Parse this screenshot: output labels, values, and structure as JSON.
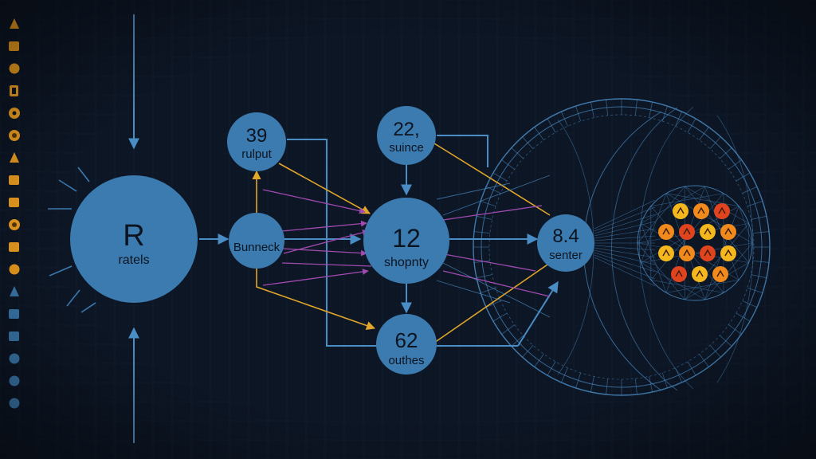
{
  "colors": {
    "background": "#0d1625",
    "grid": "#1a2a3e",
    "node_fill": "#3b7bb0",
    "edge_blue": "#4a8cc4",
    "edge_yellow": "#e0a52a",
    "edge_purple": "#a14bb0",
    "text_dark": "#0c1420",
    "core_orange": "#f08a1c",
    "core_yellow": "#f4b81e",
    "core_red": "#e0441e"
  },
  "nodes": [
    {
      "id": "r",
      "value": "R",
      "label": "ratels"
    },
    {
      "id": "bunneck",
      "value": "",
      "label": "Bunneck"
    },
    {
      "id": "n39",
      "value": "39",
      "label": "rulput"
    },
    {
      "id": "n22",
      "value": "22,",
      "label": "suince"
    },
    {
      "id": "n12",
      "value": "12",
      "label": "shopnty"
    },
    {
      "id": "n62",
      "value": "62",
      "label": "outhes"
    },
    {
      "id": "n84",
      "value": "8.4",
      "label": "senter"
    }
  ],
  "sidebar_icons": [
    "triangle-icon",
    "square-icon",
    "circle-icon",
    "bracket-icon",
    "gear-icon",
    "ring-icon",
    "triangle-icon",
    "square-icon",
    "square-icon",
    "ring-icon",
    "square-icon",
    "circle-icon",
    "triangle-icon",
    "square-icon",
    "square-icon",
    "circle-icon",
    "circle-icon",
    "circle-icon"
  ]
}
